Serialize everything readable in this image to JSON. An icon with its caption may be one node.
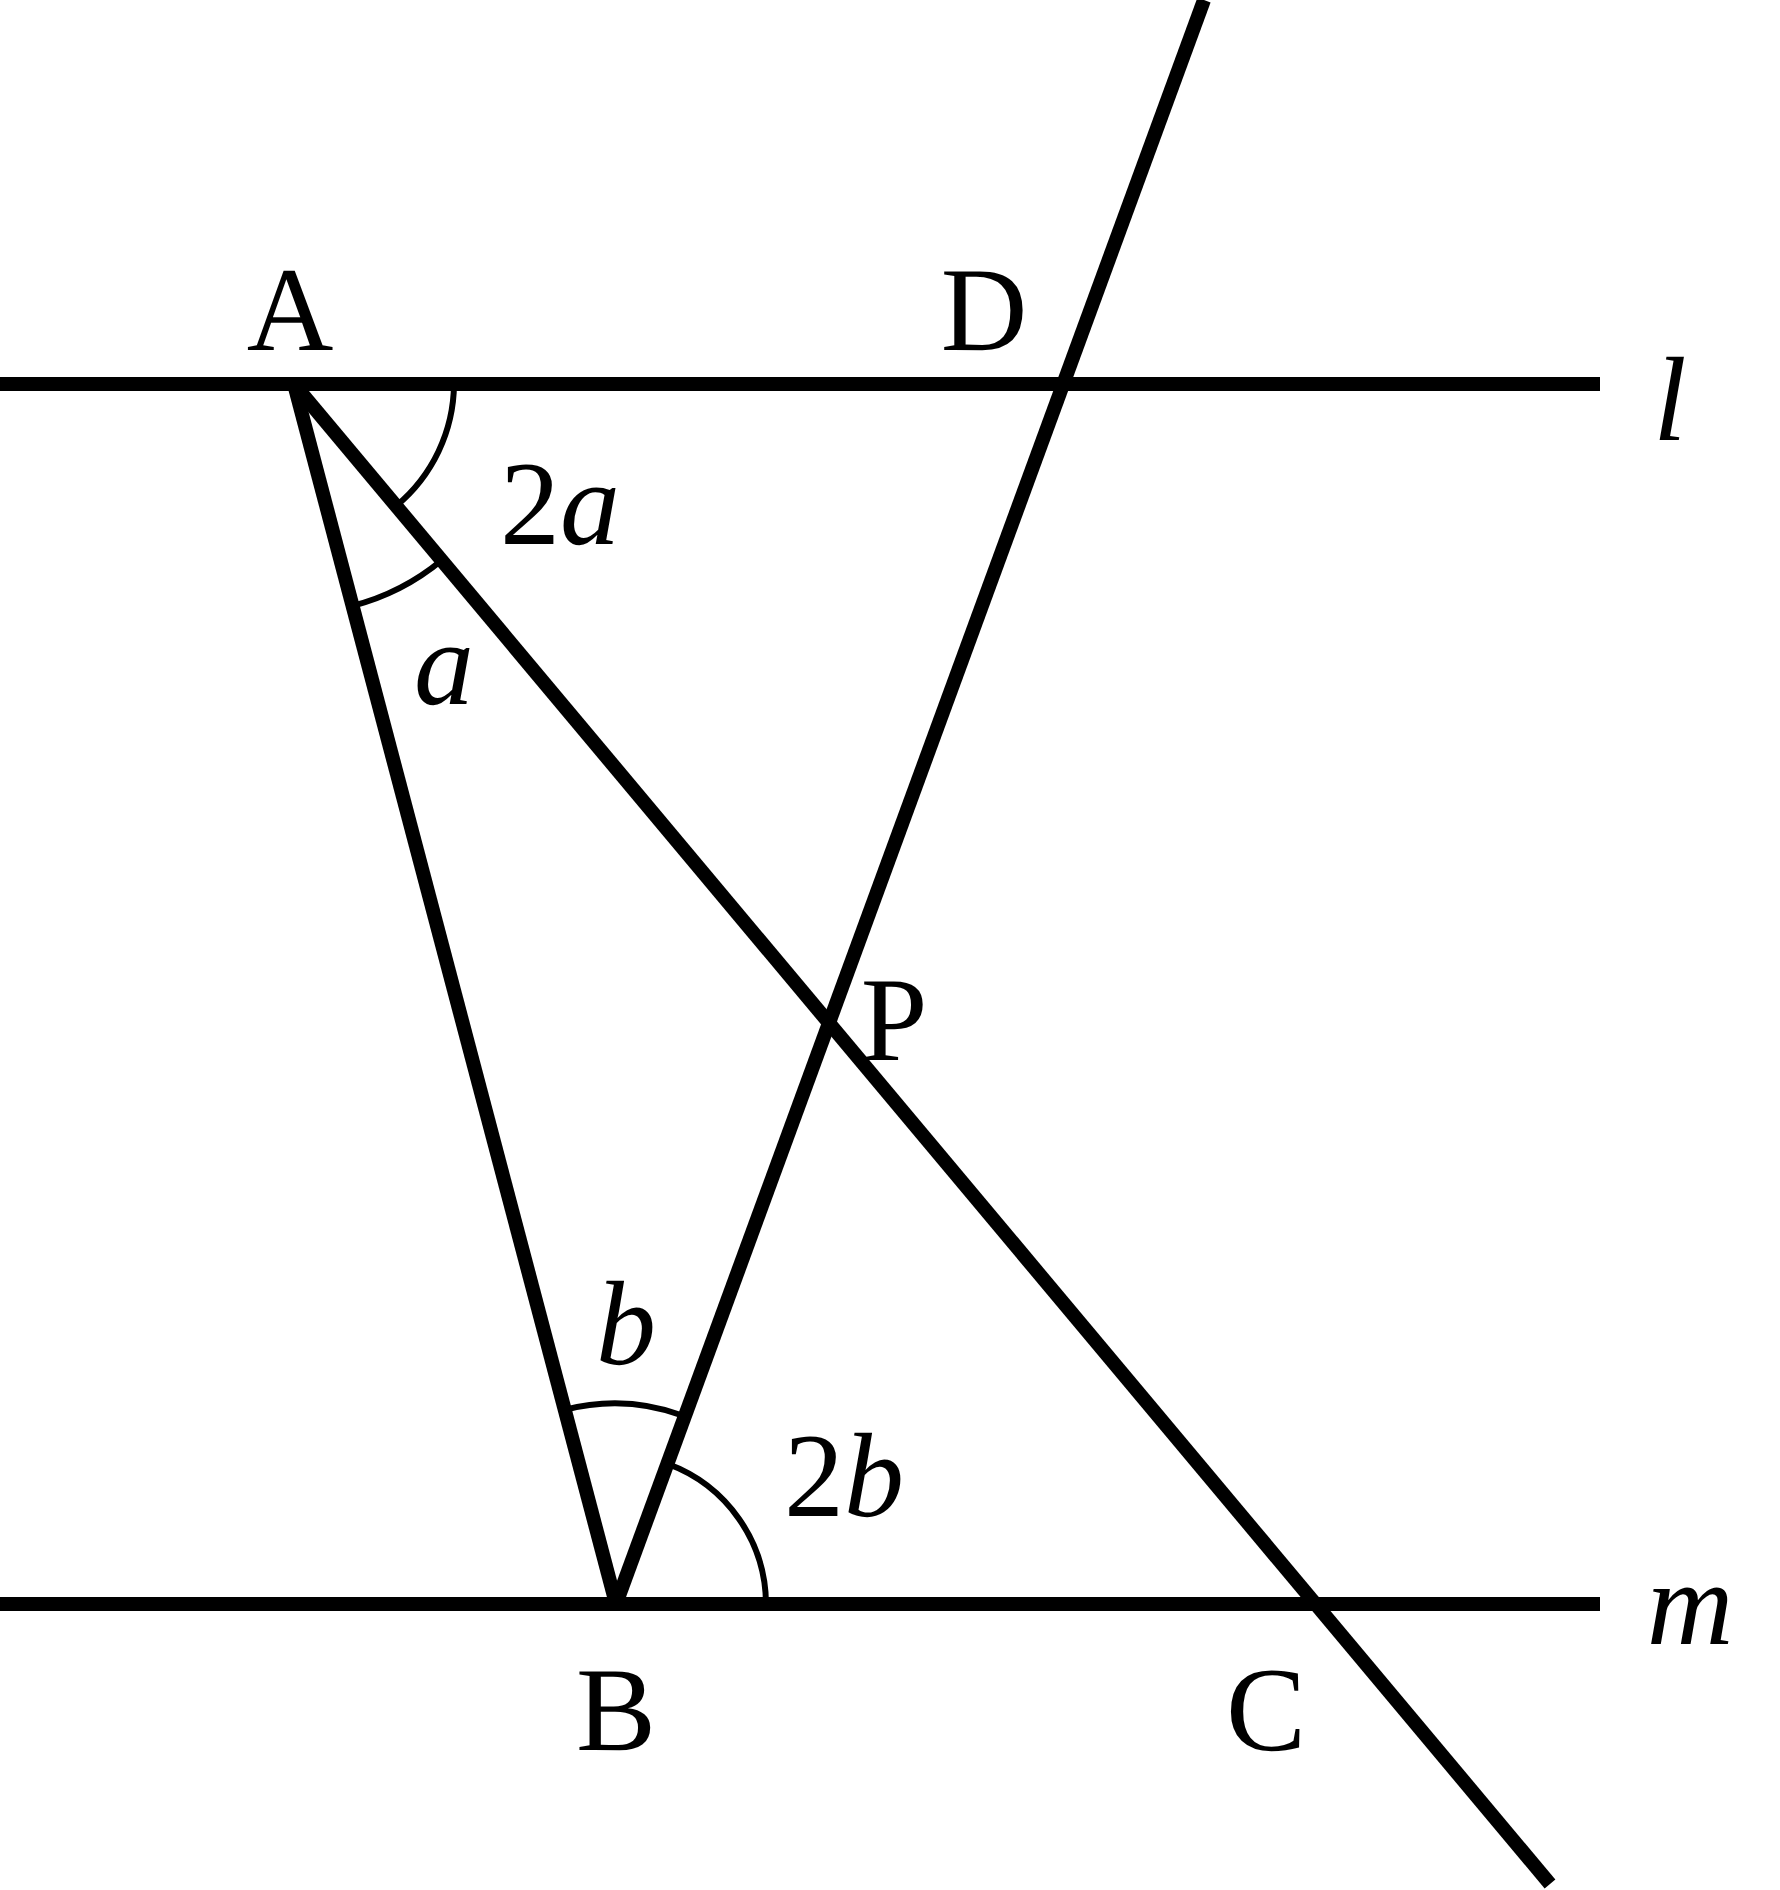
{
  "diagram": {
    "labels": [
      "A",
      "D",
      "l",
      "2a",
      "a",
      "P",
      "b",
      "2b",
      "m",
      "B",
      "C"
    ]
  }
}
